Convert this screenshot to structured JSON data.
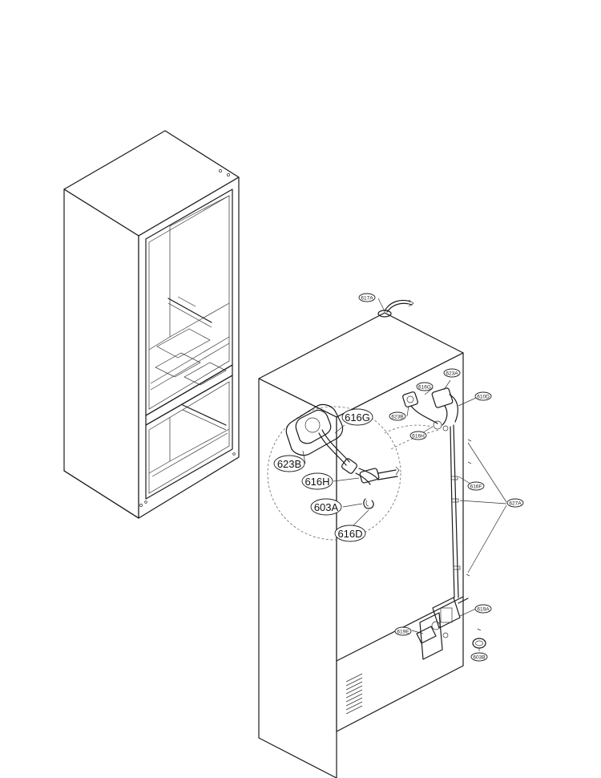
{
  "parts": {
    "p623B": "623B",
    "p616G": "616G",
    "p616H": "616H",
    "p603A": "603A",
    "p616D": "616D",
    "p617A": "617A",
    "p623A": "623A",
    "p616G_small": "616G",
    "p610D": "610D",
    "p623B_small": "623B",
    "p616H_small": "616H",
    "p616F": "616F",
    "p627A": "627A",
    "p619A": "619A",
    "p619E": "619E",
    "p603B": "603B"
  }
}
